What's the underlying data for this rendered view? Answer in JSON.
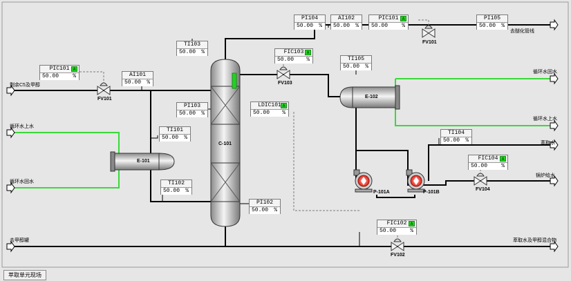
{
  "footer": {
    "tab_label": "萃取单元现场"
  },
  "equipment": {
    "column": "C-101",
    "exchanger_left": "E-101",
    "exchanger_right": "E-102",
    "pump_a": "P-101A",
    "pump_b": "P-101B"
  },
  "valves": {
    "fv101": "FV101",
    "fv103": "FV103",
    "fv101_top": "FV101",
    "fv104": "FV104",
    "fv102": "FV102"
  },
  "streams": {
    "in_c5_methanol": "剩余C5及甲醇",
    "left_cw_in": "循环水上水",
    "left_cw_out": "循环水回水",
    "to_methanol_tank": "去甲醇罐",
    "to_etherification": "去醚化管线",
    "right_cw_out": "循环水回水",
    "right_cw_in": "循环水上水",
    "extraction_water": "萃取水",
    "boiler_feed_water": "锅炉给水",
    "extract_mixture": "萃取水及甲醇混合物"
  },
  "tags": {
    "pic101_left": {
      "name": "PIC101",
      "value": "50.00",
      "unit": "%",
      "mode": "A"
    },
    "ai101": {
      "name": "AI101",
      "value": "50.00",
      "unit": "%"
    },
    "ti101": {
      "name": "TI101",
      "value": "50.00",
      "unit": "%"
    },
    "ti102": {
      "name": "TI102",
      "value": "50.00",
      "unit": "%"
    },
    "ti103": {
      "name": "TI103",
      "value": "50.00",
      "unit": "%"
    },
    "pi103": {
      "name": "PI103",
      "value": "50.00",
      "unit": "%"
    },
    "ldic101": {
      "name": "LDIC101",
      "value": "50.00",
      "unit": "%",
      "mode": "A"
    },
    "pi102": {
      "name": "PI102",
      "value": "50.00",
      "unit": "%"
    },
    "fic103": {
      "name": "FIC103",
      "value": "50.00",
      "unit": "%",
      "mode": "A"
    },
    "pi104": {
      "name": "PI104",
      "value": "50.00",
      "unit": "%"
    },
    "ai102": {
      "name": "AI102",
      "value": "50.00",
      "unit": "%"
    },
    "pic101_top": {
      "name": "PIC101",
      "value": "50.00",
      "unit": "%",
      "mode": "A"
    },
    "pi105": {
      "name": "PI105",
      "value": "50.00",
      "unit": "%"
    },
    "ti105": {
      "name": "TI105",
      "value": "50.00",
      "unit": "%"
    },
    "ti104": {
      "name": "TI104",
      "value": "50.00",
      "unit": "%"
    },
    "fic104": {
      "name": "FIC104",
      "value": "50.00",
      "unit": "%",
      "mode": "A"
    },
    "fic102": {
      "name": "FIC102",
      "value": "50.00",
      "unit": "%",
      "mode": "A"
    }
  },
  "colors": {
    "process_line": "#000000",
    "cooling_water": "#39d939",
    "signal_line": "#7a7a7a",
    "mode_badge": "#21d321",
    "pump_red": "#e2231a"
  }
}
